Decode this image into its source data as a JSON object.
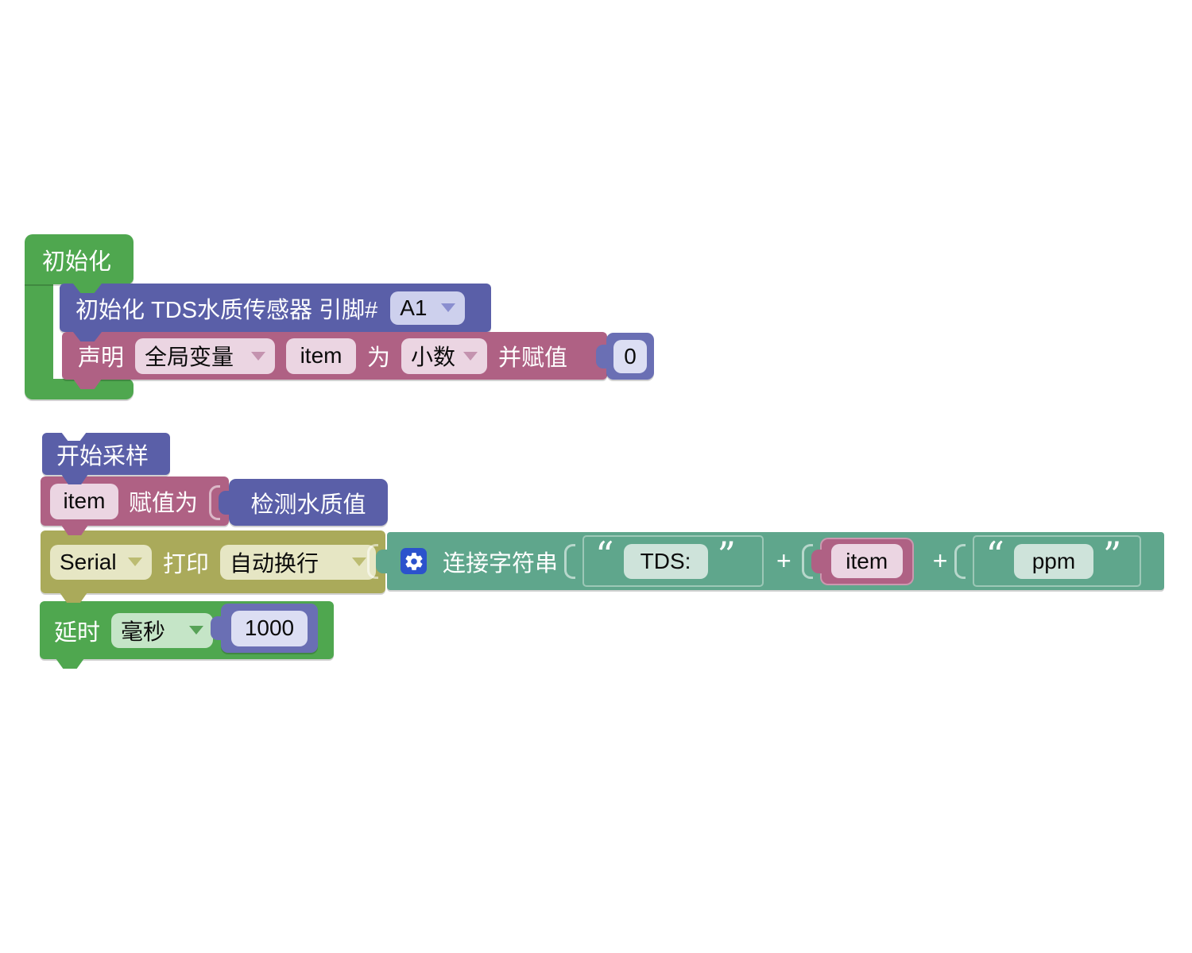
{
  "palette": {
    "block_green": "#4FA74F",
    "block_indigo": "#5A5FA8",
    "block_pink": "#AF6184",
    "block_olive": "#AAAA5A",
    "block_teal": "#5FA68C",
    "block_number": "#6A6FB4",
    "gear_blue": "#2B52CC"
  },
  "setup_group": {
    "hat_label": "初始化",
    "init_sensor": {
      "label": "初始化 TDS水质传感器 引脚#",
      "pin_value": "A1"
    },
    "declare": {
      "declare_label": "声明",
      "scope_value": "全局变量",
      "var_name": "item",
      "as_label": "为",
      "type_value": "小数",
      "assign_label": "并赋值",
      "init_value": "0"
    }
  },
  "loop_group": {
    "hat_label": "开始采样",
    "assign": {
      "var_name": "item",
      "assign_label": "赋值为",
      "value_label": "检测水质值"
    },
    "serial_print": {
      "port_value": "Serial",
      "print_label": "打印",
      "newline_value": "自动换行"
    },
    "concat": {
      "gear_icon": "gear-icon",
      "label": "连接字符串",
      "open_quote": "“",
      "close_quote": "”",
      "string1": "TDS:",
      "plus1": "+",
      "var_name": "item",
      "plus2": "+",
      "string2": "ppm"
    },
    "delay": {
      "label": "延时",
      "unit_value": "毫秒",
      "ms_value": "1000"
    }
  }
}
